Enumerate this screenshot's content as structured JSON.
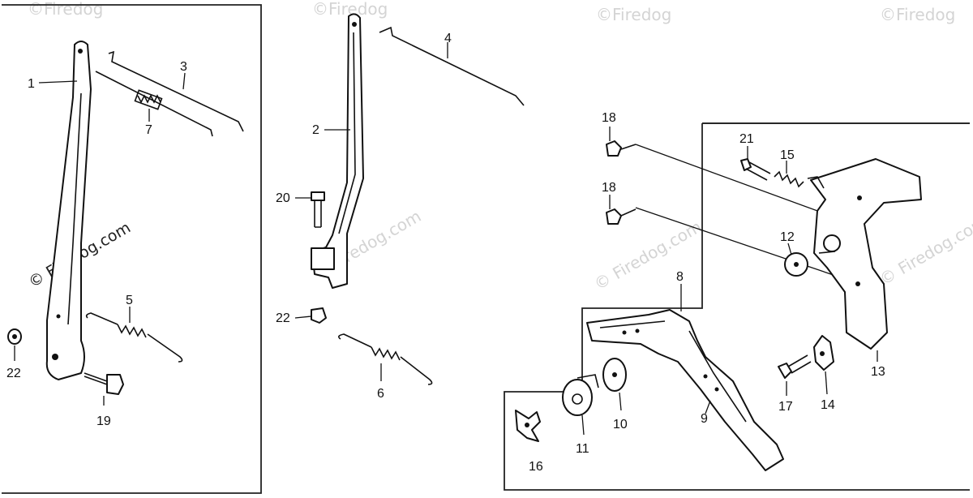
{
  "watermark": {
    "text": "© Firedog.com",
    "short_text": "©Firedog"
  },
  "callouts": {
    "c1": "1",
    "c2": "2",
    "c3": "3",
    "c4": "4",
    "c5": "5",
    "c6": "6",
    "c7": "7",
    "c8": "8",
    "c9": "9",
    "c10": "10",
    "c11": "11",
    "c12": "12",
    "c13": "13",
    "c14": "14",
    "c15": "15",
    "c16": "16",
    "c17": "17",
    "c18a": "18",
    "c18b": "18",
    "c19": "19",
    "c20": "20",
    "c21": "21",
    "c22a": "22",
    "c22b": "22"
  },
  "colors": {
    "line": "#111111",
    "watermark": "#d4d4d4",
    "background": "#ffffff"
  }
}
